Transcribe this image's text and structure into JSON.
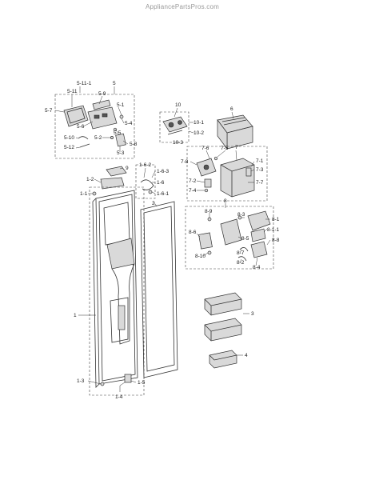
{
  "watermark": "AppliancePartsPros.com",
  "labels": {
    "l5_11_1": "5-11-1",
    "l5": "5",
    "l5_11": "5-11",
    "l5_9": "5-9",
    "l5_7": "5-7",
    "l5_1": "5-1",
    "l5_6": "5-6",
    "l5_4": "5-4",
    "l5_5": "5-5",
    "l5_10": "5-10",
    "l5_2": "5-2",
    "l5_8": "5-8",
    "l5_12": "5-12",
    "l5_3": "5-3",
    "l10": "10",
    "l10_1": "10-1",
    "l10_2": "10-2",
    "l10_3": "10-3",
    "l6": "6",
    "l7_6": "7-6",
    "l7_5": "7-5",
    "l7": "7",
    "l7_8": "7-8",
    "l7_1": "7-1",
    "l7_3": "7-3",
    "l7_2": "7-2",
    "l7_7": "7-7",
    "l7_4": "7-4",
    "l9": "9",
    "l1_6_2": "1-6-2",
    "l1_2": "1-2",
    "l1_6_3": "1-6-3",
    "l1_6": "1-6",
    "l1_1": "1-1",
    "l1_6_1": "1-6-1",
    "l2": "2",
    "l8": "8",
    "l8_9": "8-9",
    "l8_3": "8-3",
    "l8_1": "8-1",
    "l8_1_1": "8-1-1",
    "l8_6": "8-6",
    "l8_5": "8-5",
    "l8_8": "8-8",
    "l8_10": "8-10",
    "l8_7": "8-7",
    "l8_2": "8-2",
    "l8_4": "8-4",
    "l1": "1",
    "l3": "3",
    "l4": "4",
    "l1_3": "1-3",
    "l1_5": "1-5",
    "l1_4": "1-4"
  }
}
